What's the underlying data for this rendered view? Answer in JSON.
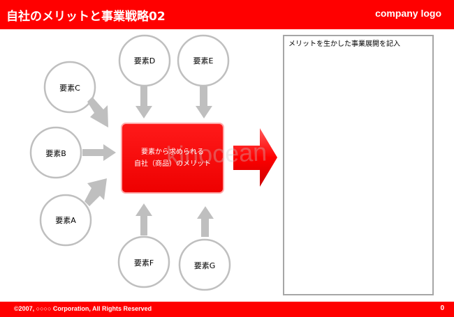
{
  "header": {
    "title": "自社のメリットと事業戦略02",
    "logo": "company logo"
  },
  "footer": {
    "copyright": "©2007, ○○○○ Corporation, All Rights Reserved",
    "page_number": "0"
  },
  "diagram": {
    "center": {
      "line1": "要素から求められる",
      "line2": "自社（商品）のメリット"
    },
    "elements": {
      "A": "要素A",
      "B": "要素B",
      "C": "要素C",
      "D": "要素D",
      "E": "要素E",
      "F": "要素F",
      "G": "要素G"
    },
    "panel_label": "メリットを生かした事業展開を記入"
  },
  "watermark": "kinocean",
  "colors": {
    "accent": "#ff0000",
    "circle_border": "#bfbfbf",
    "arrow_gray": "#bfbfbf",
    "panel_border": "#a6a6a6"
  }
}
